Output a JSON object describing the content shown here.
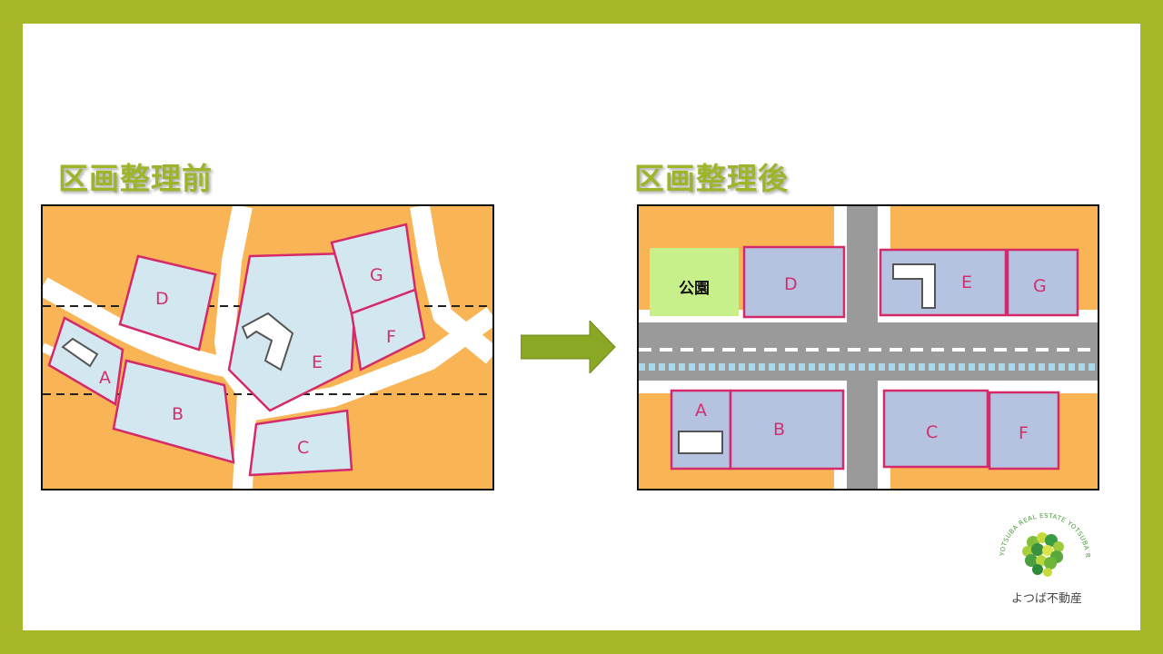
{
  "before": {
    "title": "区画整理前",
    "lots": [
      "A",
      "B",
      "C",
      "D",
      "E",
      "F",
      "G"
    ]
  },
  "after": {
    "title": "区画整理後",
    "park_label": "公園",
    "lots": [
      "A",
      "B",
      "C",
      "D",
      "E",
      "F",
      "G"
    ]
  },
  "logo": {
    "ring_text": "YOTSUBA REAL ESTATE YOTSUBA REAL ESTATE",
    "name": "よつば不動産"
  },
  "colors": {
    "frame": "#a6b827",
    "heading": "#9cb52a",
    "land": "#f9b455",
    "lot_before": "#d3e7f0",
    "lot_after": "#b5c2e0",
    "lot_border": "#d42a6a",
    "road_after": "#9a9a9a",
    "park": "#c8f08a",
    "arrow": "#8aa824"
  }
}
